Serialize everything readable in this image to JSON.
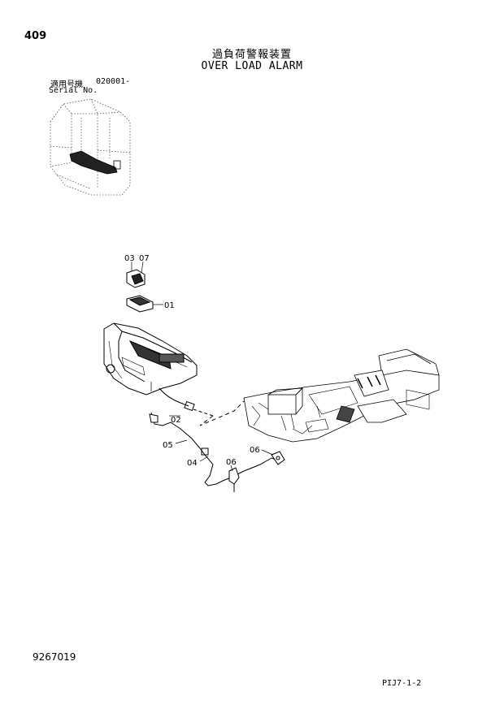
{
  "header": {
    "page_number": "409",
    "title_jp": "過負荷警報装置",
    "title_en": "OVER LOAD ALARM",
    "serial_label_jp": "適用号機",
    "serial_range": "020001-",
    "serial_label_en": "Serial No."
  },
  "callouts": {
    "c03": "03",
    "c07": "07",
    "c01": "01",
    "c02": "02",
    "c05": "05",
    "c04": "04",
    "c06a": "06",
    "c06b": "06"
  },
  "footer": {
    "doc_number": "9267019",
    "page_ref": "PIJ7-1-2"
  }
}
